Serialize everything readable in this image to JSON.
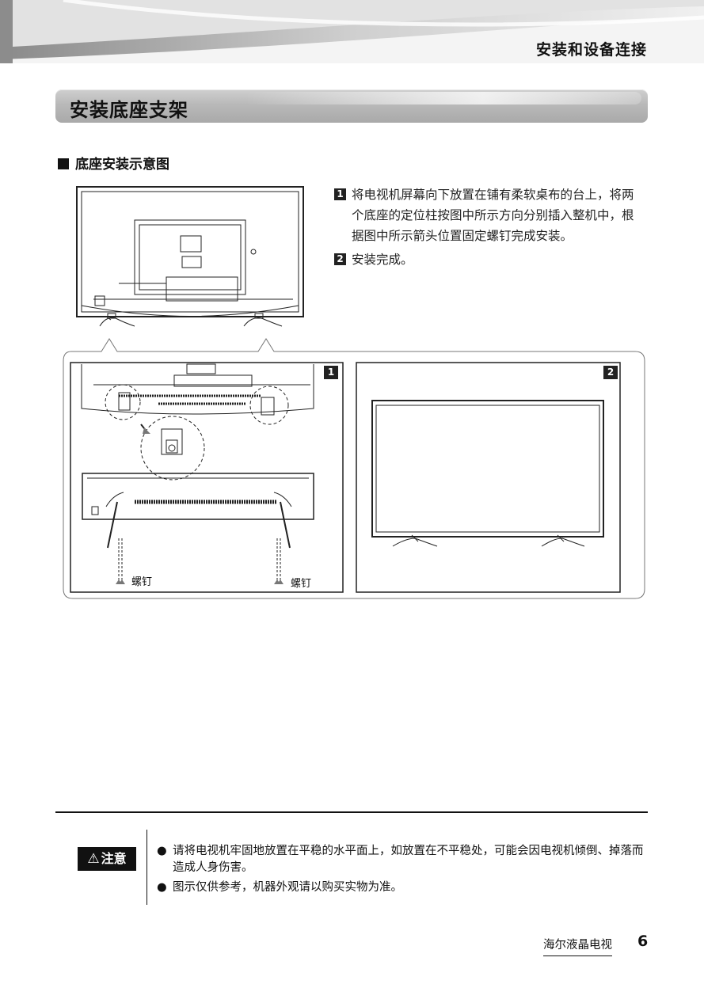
{
  "header": {
    "title": "安装和设备连接"
  },
  "section": {
    "title": "安装底座支架"
  },
  "subsection": {
    "title": "底座安装示意图"
  },
  "steps": [
    {
      "num": "1",
      "text": "将电视机屏幕向下放置在铺有柔软桌布的台上，将两个底座的定位柱按图中所示方向分别插入整机中，根据图中所示箭头位置固定螺钉完成安装。"
    },
    {
      "num": "2",
      "text": "安装完成。"
    }
  ],
  "figure": {
    "panel1_num": "1",
    "panel2_num": "2",
    "screw_left": "螺钉",
    "screw_right": "螺钉"
  },
  "caution": {
    "icon": "warning-triangle-icon",
    "label": "注意",
    "notes": [
      "请将电视机牢固地放置在平稳的水平面上，如放置在不平稳处，可能会因电视机倾倒、掉落而造成人身伤害。",
      "图示仅供参考，机器外观请以购买实物为准。"
    ]
  },
  "footer": {
    "brand": "海尔液晶电视",
    "page": "6"
  }
}
